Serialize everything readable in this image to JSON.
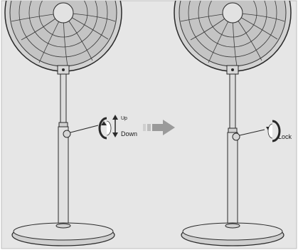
{
  "labels": {
    "up": "Up",
    "down": "Down",
    "lock": "Lock"
  },
  "icons": {
    "transition_arrow": "right-arrow-icon",
    "adjust_rotation": "rotate-arrows-icon",
    "lock_rotation": "rotate-arrow-icon"
  },
  "colors": {
    "background": "#e6e6e6",
    "fan_grey": "#c9c9c9",
    "metal": "#dcdcdc",
    "outline": "#2a2a2a",
    "arrow_grey": "#9a9a9a"
  }
}
